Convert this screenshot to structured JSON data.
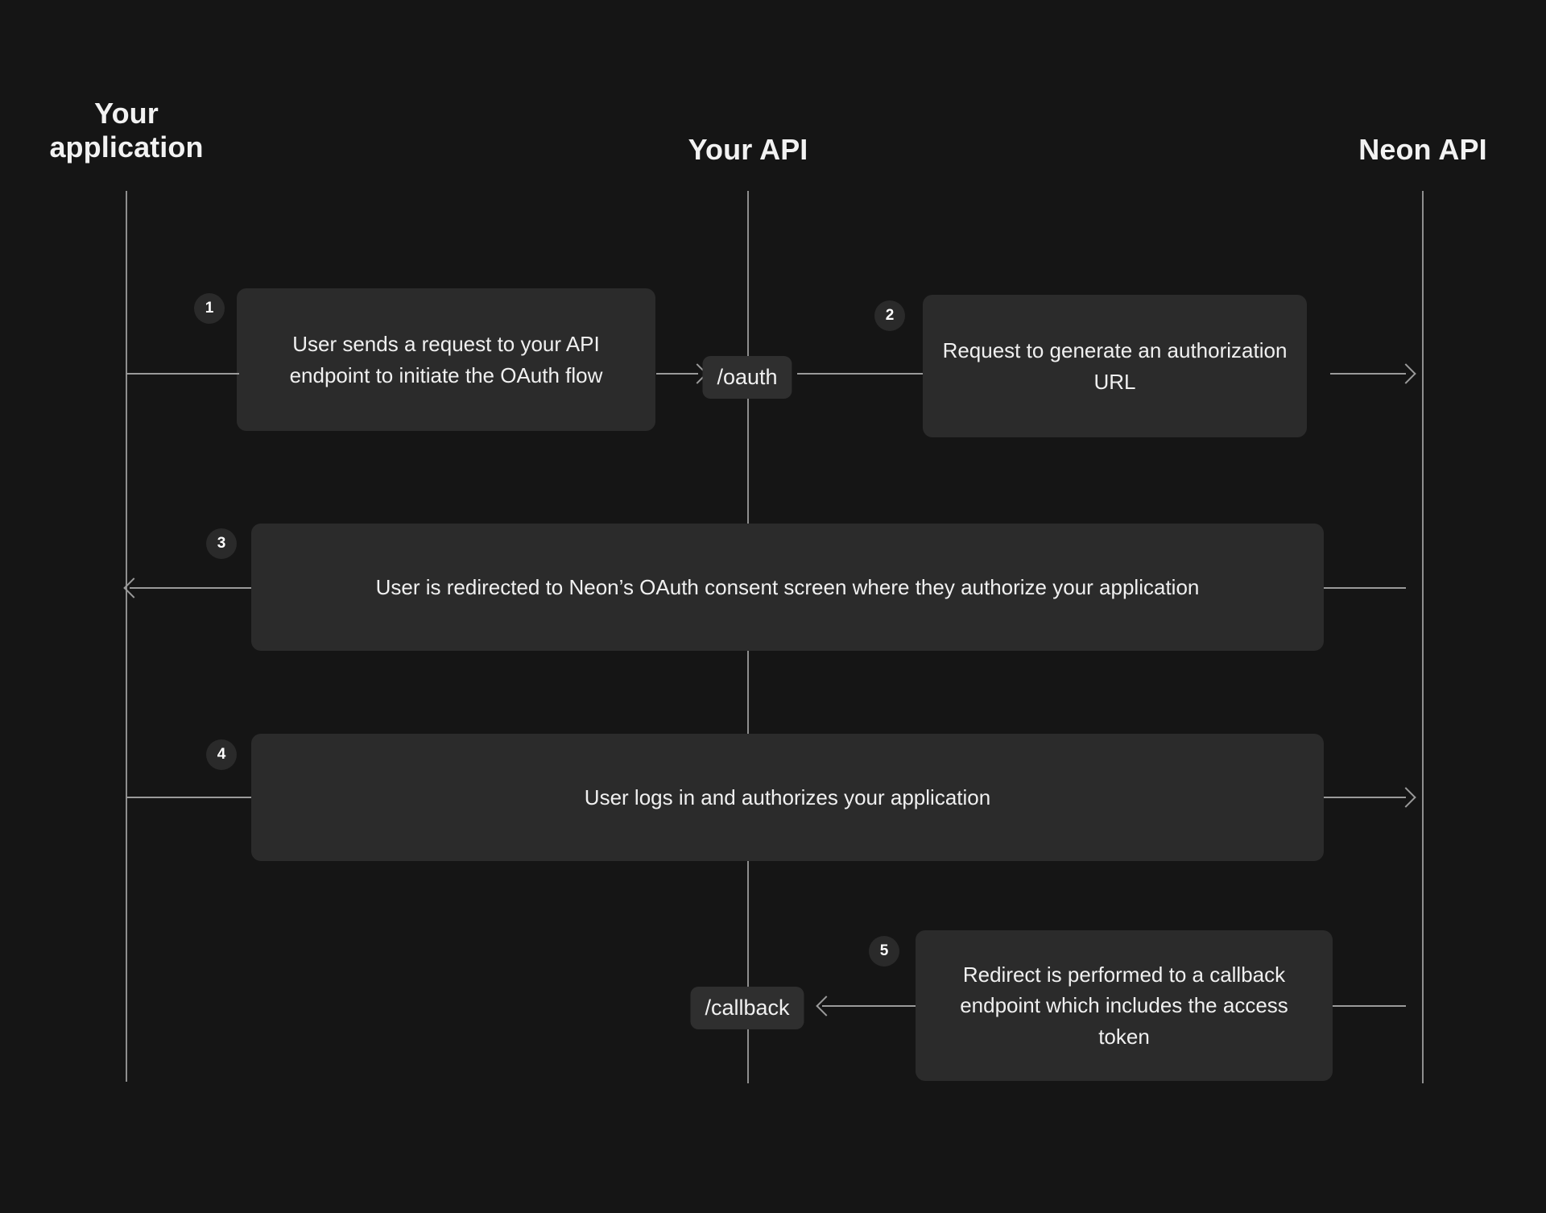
{
  "diagram": {
    "title": "Neon OAuth flow sequence diagram",
    "background_color": "#151515",
    "box_color": "#2b2b2b",
    "pill_color": "#2f2f2f",
    "badge_color": "#2a2a2a",
    "line_color": "#9a9a9a",
    "text_color": "#f0f0f0"
  },
  "actors": [
    {
      "id": "your-application",
      "label": "Your\napplication"
    },
    {
      "id": "your-api",
      "label": "Your API"
    },
    {
      "id": "neon-api",
      "label": "Neon API"
    }
  ],
  "steps": [
    {
      "number": "1",
      "text": "User sends a request to your API endpoint to initiate the OAuth flow",
      "from": "your-application",
      "to": "your-api",
      "direction": "right"
    },
    {
      "number": "2",
      "text": "Request to generate an authorization URL",
      "from": "your-api",
      "to": "neon-api",
      "direction": "right"
    },
    {
      "number": "3",
      "text": "User is redirected to Neon’s OAuth consent screen where they authorize your application",
      "from": "neon-api",
      "to": "your-application",
      "direction": "left"
    },
    {
      "number": "4",
      "text": "User logs in and authorizes your application",
      "from": "your-application",
      "to": "neon-api",
      "direction": "right"
    },
    {
      "number": "5",
      "text": "Redirect is performed to a callback endpoint which includes the access token",
      "from": "neon-api",
      "to": "your-api",
      "direction": "left"
    }
  ],
  "endpoints": [
    {
      "id": "oauth",
      "label": "/oauth"
    },
    {
      "id": "callback",
      "label": "/callback"
    }
  ]
}
